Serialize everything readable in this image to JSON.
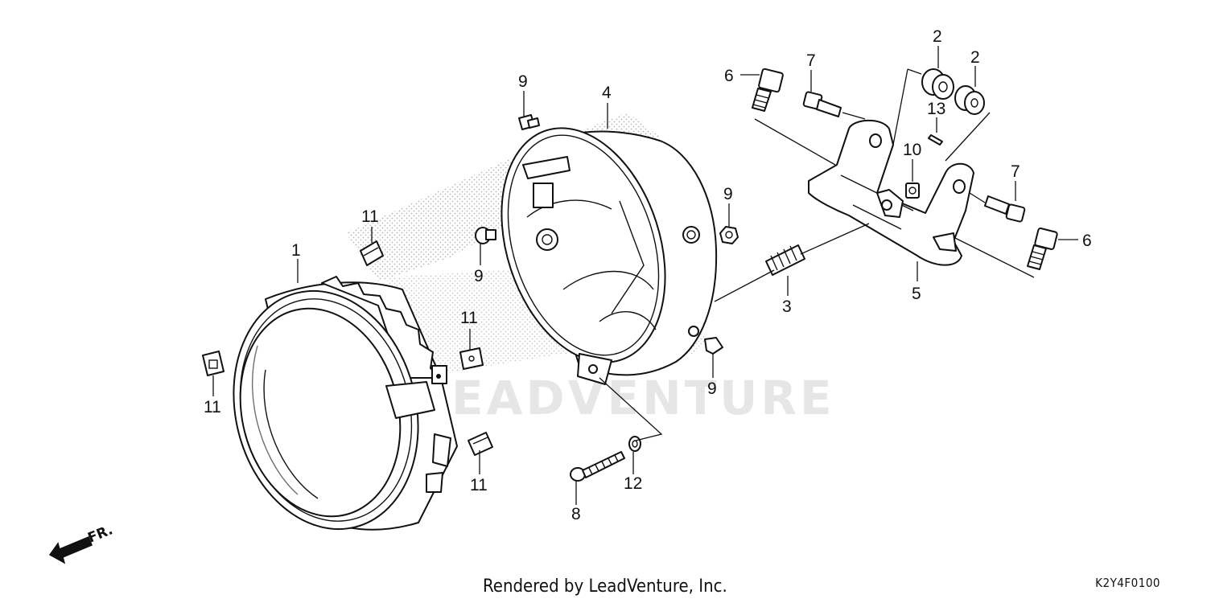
{
  "diagram": {
    "callouts": [
      {
        "id": "c1",
        "label": "1"
      },
      {
        "id": "c2a",
        "label": "2"
      },
      {
        "id": "c2b",
        "label": "2"
      },
      {
        "id": "c3",
        "label": "3"
      },
      {
        "id": "c4",
        "label": "4"
      },
      {
        "id": "c5",
        "label": "5"
      },
      {
        "id": "c6a",
        "label": "6"
      },
      {
        "id": "c6b",
        "label": "6"
      },
      {
        "id": "c7a",
        "label": "7"
      },
      {
        "id": "c7b",
        "label": "7"
      },
      {
        "id": "c8",
        "label": "8"
      },
      {
        "id": "c9a",
        "label": "9"
      },
      {
        "id": "c9b",
        "label": "9"
      },
      {
        "id": "c9c",
        "label": "9"
      },
      {
        "id": "c9d",
        "label": "9"
      },
      {
        "id": "c10",
        "label": "10"
      },
      {
        "id": "c11a",
        "label": "11"
      },
      {
        "id": "c11b",
        "label": "11"
      },
      {
        "id": "c11c",
        "label": "11"
      },
      {
        "id": "c11d",
        "label": "11"
      },
      {
        "id": "c12",
        "label": "12"
      },
      {
        "id": "c13",
        "label": "13"
      }
    ],
    "front_indicator": "FR.",
    "watermark": "LEADVENTURE"
  },
  "footer": {
    "credit": "Rendered by LeadVenture, Inc.",
    "diagram_code": "K2Y4F0100"
  }
}
